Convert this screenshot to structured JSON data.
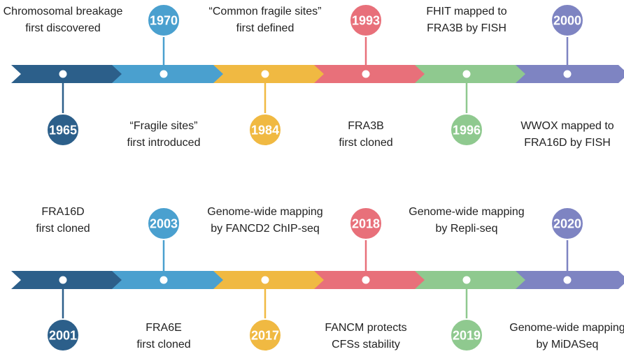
{
  "colors": [
    "#2c5f8a",
    "#4aa0cf",
    "#f0b942",
    "#e8707a",
    "#8fc98f",
    "#7e84c2"
  ],
  "timelines": [
    {
      "events": [
        {
          "year": "1965",
          "label": [
            "Chromosomal breakage",
            "first discovered"
          ],
          "marker": "below",
          "label_pos": "above"
        },
        {
          "year": "1970",
          "label": [
            "“Fragile sites”",
            "first introduced"
          ],
          "marker": "above",
          "label_pos": "below"
        },
        {
          "year": "1984",
          "label": [
            "“Common fragile sites”",
            "first defined"
          ],
          "marker": "below",
          "label_pos": "above"
        },
        {
          "year": "1993",
          "label": [
            "FRA3B",
            "first cloned"
          ],
          "marker": "above",
          "label_pos": "below"
        },
        {
          "year": "1996",
          "label": [
            "FHIT mapped to",
            "FRA3B by FISH"
          ],
          "marker": "below",
          "label_pos": "above"
        },
        {
          "year": "2000",
          "label": [
            "WWOX mapped to",
            "FRA16D by FISH"
          ],
          "marker": "above",
          "label_pos": "below"
        }
      ]
    },
    {
      "events": [
        {
          "year": "2001",
          "label": [
            "FRA16D",
            "first cloned"
          ],
          "marker": "below",
          "label_pos": "above"
        },
        {
          "year": "2003",
          "label": [
            "FRA6E",
            "first cloned"
          ],
          "marker": "above",
          "label_pos": "below"
        },
        {
          "year": "2017",
          "label": [
            "Genome-wide mapping",
            "by FANCD2 ChIP-seq"
          ],
          "marker": "below",
          "label_pos": "above"
        },
        {
          "year": "2018",
          "label": [
            "FANCM protects",
            "CFSs stability"
          ],
          "marker": "above",
          "label_pos": "below"
        },
        {
          "year": "2019",
          "label": [
            "Genome-wide mapping",
            "by Repli-seq"
          ],
          "marker": "below",
          "label_pos": "above"
        },
        {
          "year": "2020",
          "label": [
            "Genome-wide mapping",
            "by MiDASeq"
          ],
          "marker": "above",
          "label_pos": "below"
        }
      ]
    }
  ]
}
